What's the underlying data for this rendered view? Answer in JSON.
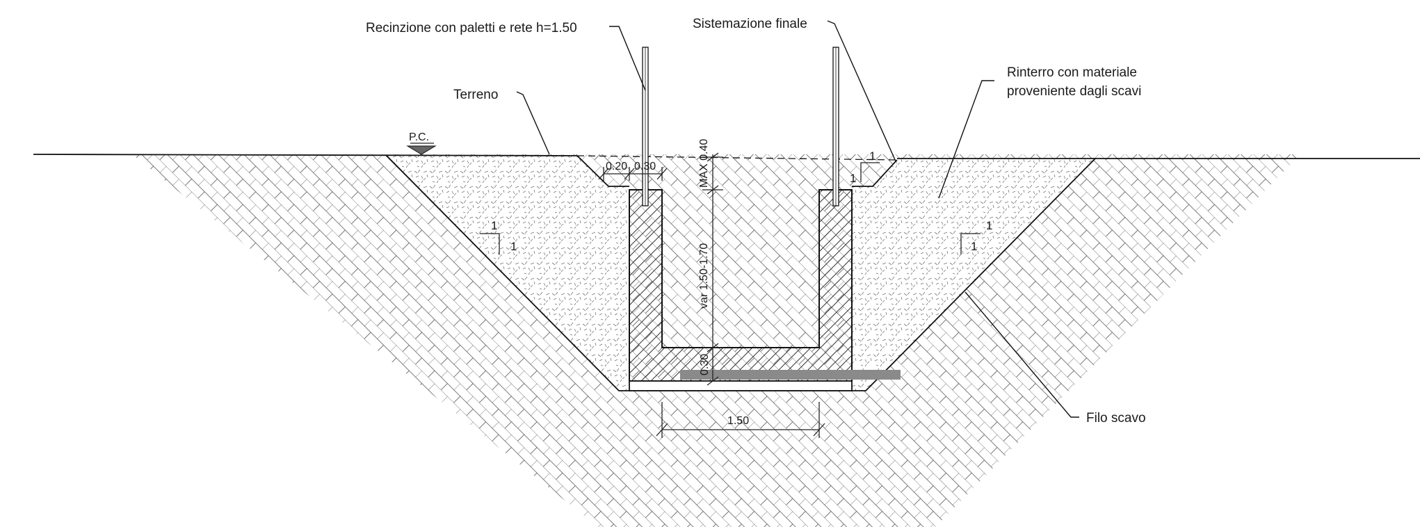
{
  "labels": {
    "recinzione": "Recinzione con paletti e rete h=1.50",
    "sistemazione": "Sistemazione finale",
    "rinterro_line1": "Rinterro con materiale",
    "rinterro_line2": "proveniente dagli scavi",
    "terreno": "Terreno",
    "filo_scavo": "Filo scavo",
    "pc": "P.C."
  },
  "dimensions": {
    "d020": "0.20",
    "d030_top": "0.30",
    "max040": "MAX 0.40",
    "var": "var 1.50-1.70",
    "d030_bottom": "0.30",
    "d150": "1.50"
  },
  "slopes": {
    "left_v": "1",
    "left_h": "1",
    "right_v": "1",
    "right_h": "1",
    "top_v": "1",
    "top_h": "1"
  },
  "colors": {
    "line": "#111111",
    "pc_marker": "#666666",
    "strip": "#8a8a8a",
    "hatch": "#333333",
    "ground_pattern": "#555555",
    "fill_pattern": "#777777"
  }
}
